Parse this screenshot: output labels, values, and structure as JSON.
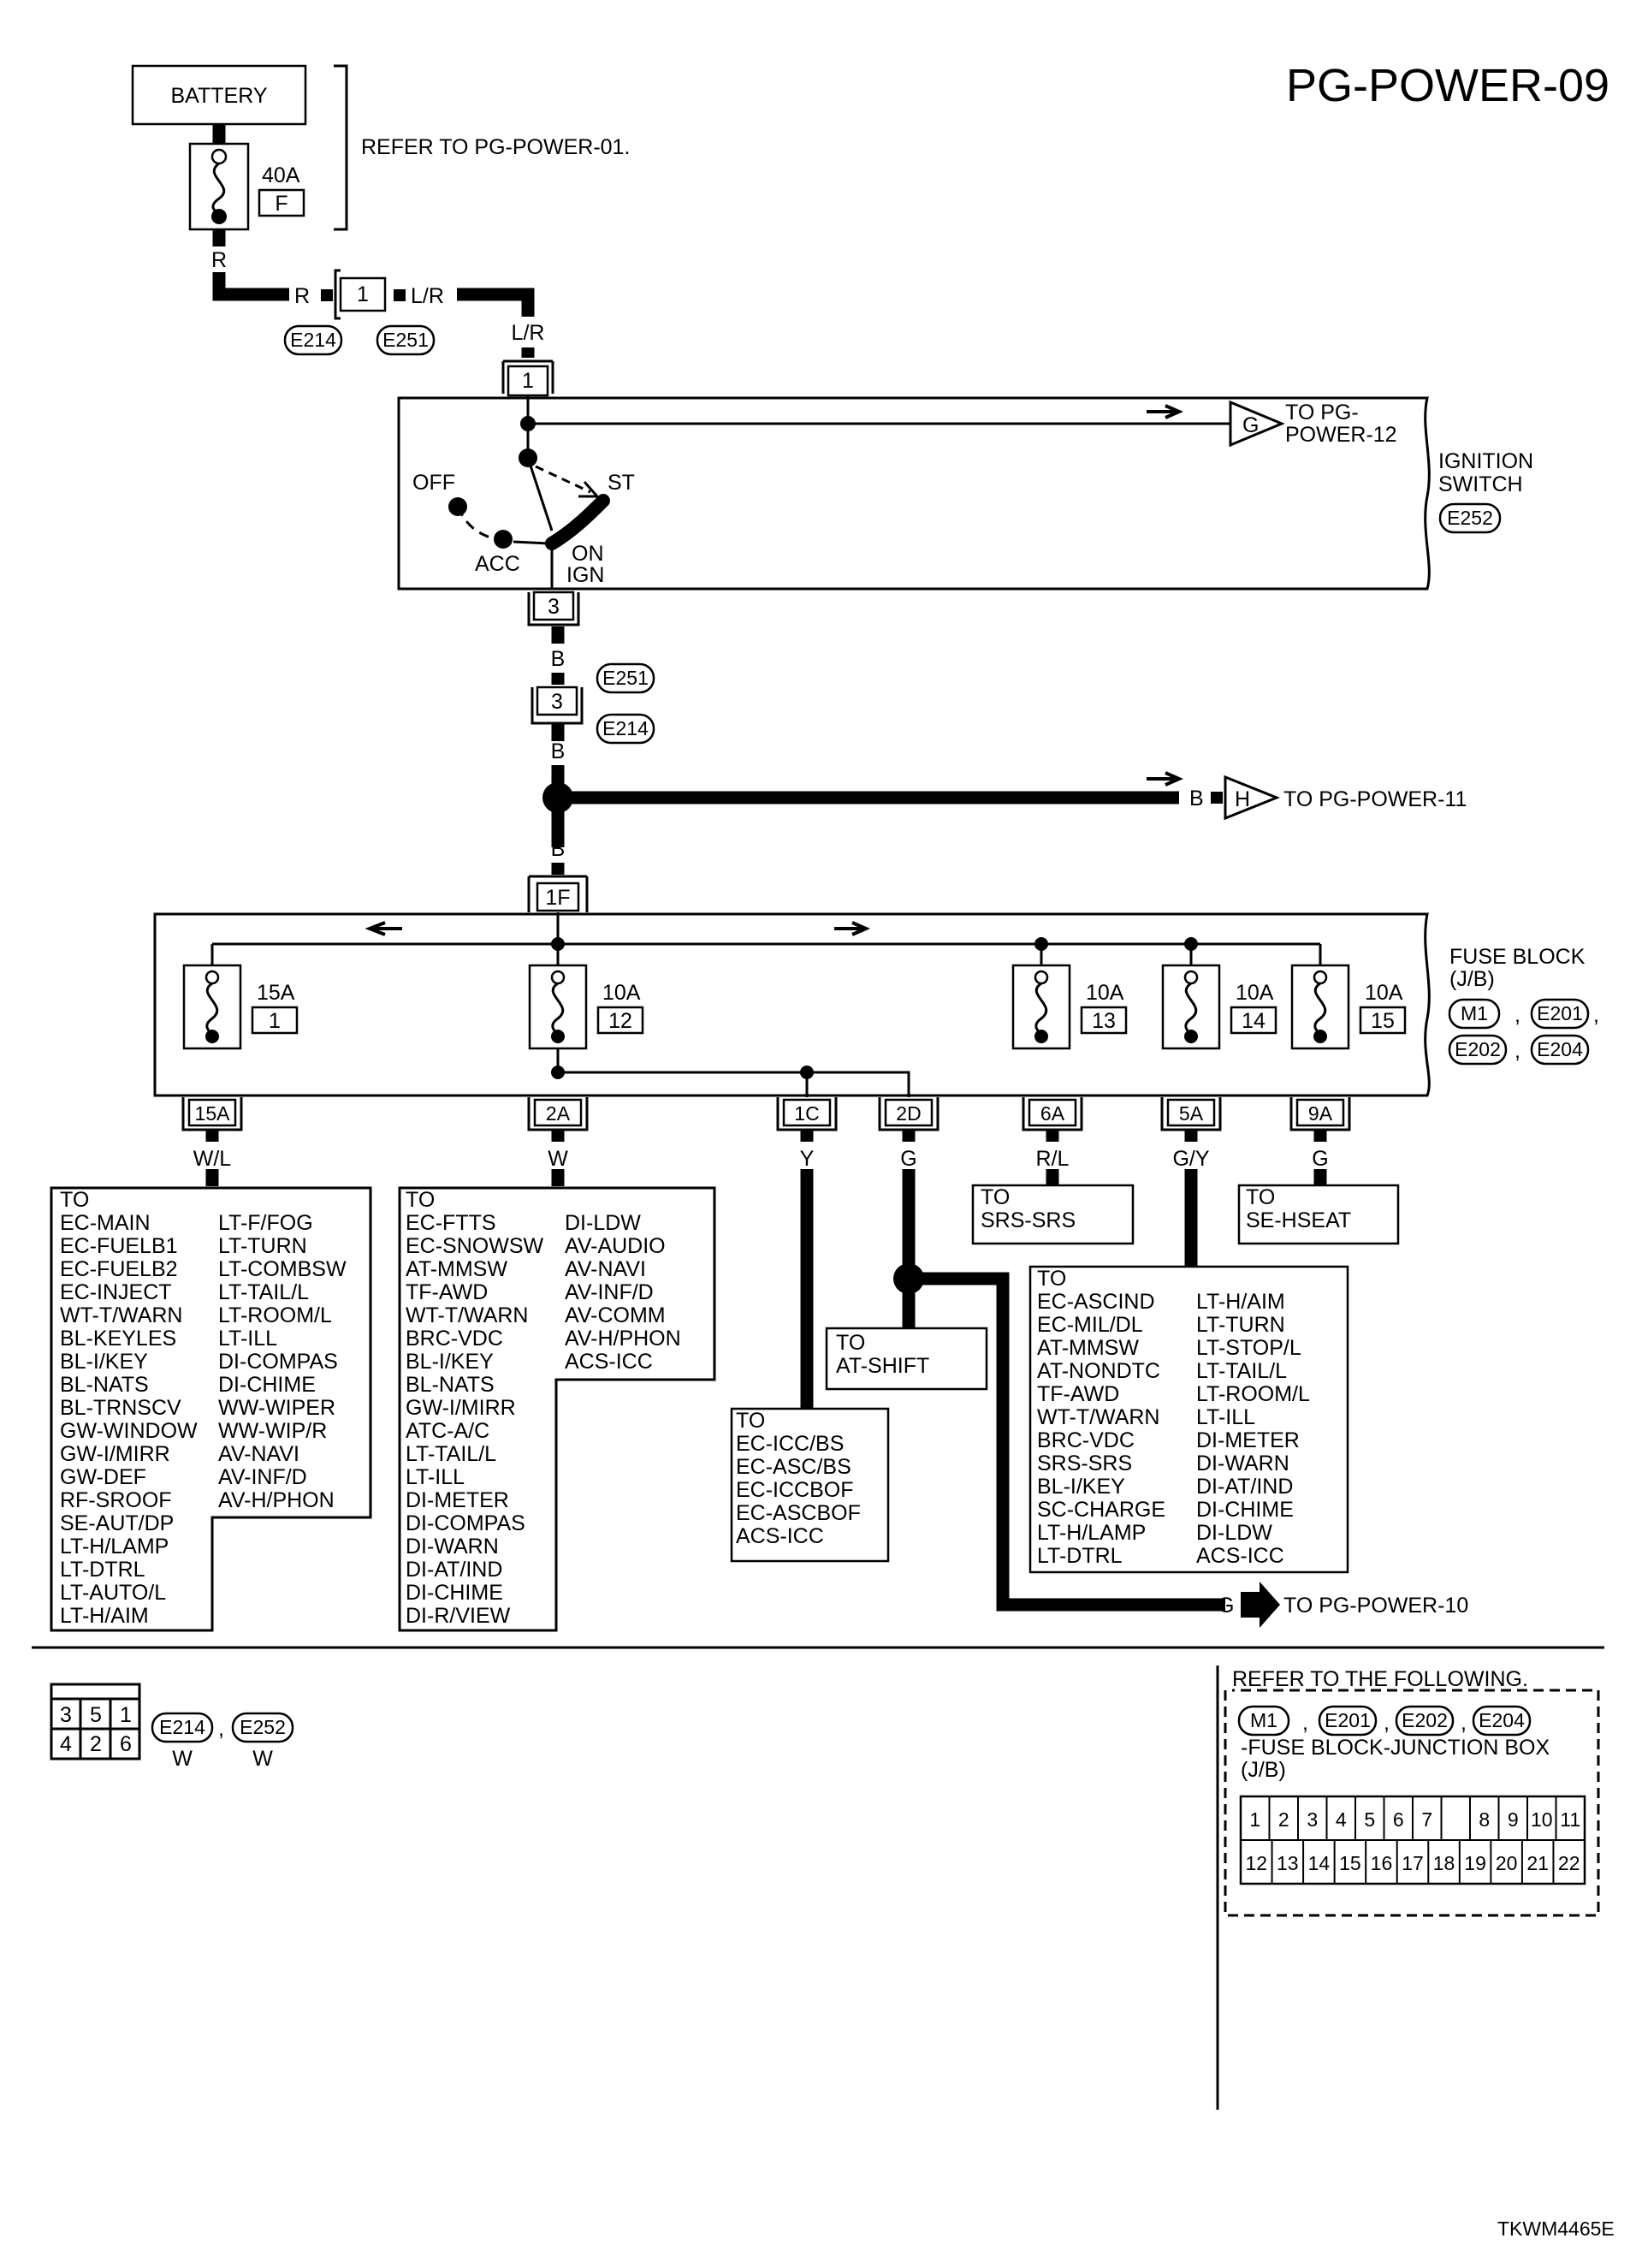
{
  "diagram_id": "PG-POWER-09",
  "footer_code": "TKWM4465E",
  "battery": {
    "label": "BATTERY",
    "fuse_amp": "40A",
    "fuse_id": "F",
    "refer": "REFER TO PG-POWER-01.",
    "wire_color": "R"
  },
  "harness_conn1": {
    "pin": "1",
    "left_color": "R",
    "right_color": "L/R",
    "conn_a": "E214",
    "conn_b": "E251"
  },
  "ignition_switch": {
    "name_line1": "IGNITION",
    "name_line2": "SWITCH",
    "connector": "E252",
    "in_color": "L/R",
    "in_pin": "1",
    "out_pin": "3",
    "pos_off": "OFF",
    "pos_acc": "ACC",
    "pos_on": "ON",
    "pos_ign": "IGN",
    "pos_st": "ST",
    "to_g_tag": "G",
    "to_g_line1": "TO PG-",
    "to_g_line2": "POWER-12"
  },
  "mid": {
    "b1": "B",
    "pin3": "3",
    "conn_e251": "E251",
    "conn_e214": "E214",
    "b2": "B",
    "b3": "B",
    "to_h_color": "B",
    "to_h_tag": "H",
    "to_h_label": "TO PG-POWER-11",
    "in_pin": "1F"
  },
  "fuse_block": {
    "name_line1": "FUSE BLOCK",
    "name_line2": "(J/B)",
    "c1": "M1",
    "c2": "E201",
    "c3": "E202",
    "c4": "E204",
    "sep1": ",",
    "sep2": ",",
    "sep3": ",",
    "fuses": [
      {
        "amp": "15A",
        "num": "1"
      },
      {
        "amp": "10A",
        "num": "12"
      },
      {
        "amp": "10A",
        "num": "13"
      },
      {
        "amp": "10A",
        "num": "14"
      },
      {
        "amp": "10A",
        "num": "15"
      }
    ],
    "pins": [
      {
        "pin": "15A",
        "color": "W/L"
      },
      {
        "pin": "2A",
        "color": "W"
      },
      {
        "pin": "1C",
        "color": "Y"
      },
      {
        "pin": "2D",
        "color": "G"
      },
      {
        "pin": "6A",
        "color": "R/L"
      },
      {
        "pin": "5A",
        "color": "G/Y"
      },
      {
        "pin": "9A",
        "color": "G"
      }
    ]
  },
  "dest_15a": {
    "to": "TO",
    "col1": [
      "EC-MAIN",
      "EC-FUELB1",
      "EC-FUELB2",
      "EC-INJECT",
      "WT-T/WARN",
      "BL-KEYLES",
      "BL-I/KEY",
      "BL-NATS",
      "BL-TRNSCV",
      "GW-WINDOW",
      "GW-I/MIRR",
      "GW-DEF",
      "RF-SROOF",
      "SE-AUT/DP",
      "LT-H/LAMP",
      "LT-DTRL",
      "LT-AUTO/L",
      "LT-H/AIM"
    ],
    "col2": [
      "LT-F/FOG",
      "LT-TURN",
      "LT-COMBSW",
      "LT-TAIL/L",
      "LT-ROOM/L",
      "LT-ILL",
      "DI-COMPAS",
      "DI-CHIME",
      "WW-WIPER",
      "WW-WIP/R",
      "AV-NAVI",
      "AV-INF/D",
      "AV-H/PHON"
    ]
  },
  "dest_2a": {
    "to": "TO",
    "col1": [
      "EC-FTTS",
      "EC-SNOWSW",
      "AT-MMSW",
      "TF-AWD",
      "WT-T/WARN",
      "BRC-VDC",
      "BL-I/KEY",
      "BL-NATS",
      "GW-I/MIRR",
      "ATC-A/C",
      "LT-TAIL/L",
      "LT-ILL",
      "DI-METER",
      "DI-COMPAS",
      "DI-WARN",
      "DI-AT/IND",
      "DI-CHIME",
      "DI-R/VIEW"
    ],
    "col2": [
      "DI-LDW",
      "AV-AUDIO",
      "AV-NAVI",
      "AV-INF/D",
      "AV-COMM",
      "AV-H/PHON",
      "ACS-ICC"
    ]
  },
  "dest_1c": {
    "to": "TO",
    "items": [
      "EC-ICC/BS",
      "EC-ASC/BS",
      "EC-ICCBOF",
      "EC-ASCBOF",
      "ACS-ICC"
    ]
  },
  "dest_2d": {
    "to": "TO",
    "items": [
      "AT-SHIFT"
    ],
    "to_g_color": "G",
    "to_g_label": "TO PG-POWER-10"
  },
  "dest_6a": {
    "to": "TO",
    "items": [
      "SRS-SRS"
    ]
  },
  "dest_5a": {
    "to": "TO",
    "col1": [
      "EC-ASCIND",
      "EC-MIL/DL",
      "AT-MMSW",
      "AT-NONDTC",
      "TF-AWD",
      "WT-T/WARN",
      "BRC-VDC",
      "SRS-SRS",
      "BL-I/KEY",
      "SC-CHARGE",
      "LT-H/LAMP",
      "LT-DTRL"
    ],
    "col2": [
      "LT-H/AIM",
      "LT-TURN",
      "LT-STOP/L",
      "LT-TAIL/L",
      "LT-ROOM/L",
      "LT-ILL",
      "DI-METER",
      "DI-WARN",
      "DI-AT/IND",
      "DI-CHIME",
      "DI-LDW",
      "ACS-ICC"
    ]
  },
  "dest_9a": {
    "to": "TO",
    "items": [
      "SE-HSEAT"
    ]
  },
  "connector_face": {
    "top": [
      "3",
      "5",
      "1"
    ],
    "bottom": [
      "4",
      "2",
      "6"
    ],
    "c1": "E214",
    "c2": "E252",
    "sep": ",",
    "color1": "W",
    "color2": "W"
  },
  "refer_box": {
    "title": "REFER TO THE FOLLOWING.",
    "c1": "M1",
    "c2": "E201",
    "c3": "E202",
    "c4": "E204",
    "sep1": ",",
    "sep2": ",",
    "sep3": ",",
    "desc1": "-FUSE BLOCK-JUNCTION BOX",
    "desc2": "(J/B)",
    "row1": [
      "1",
      "2",
      "3",
      "4",
      "5",
      "6",
      "7",
      "",
      "8",
      "9",
      "10",
      "11"
    ],
    "row2": [
      "12",
      "13",
      "14",
      "15",
      "16",
      "17",
      "18",
      "19",
      "20",
      "21",
      "22"
    ]
  }
}
